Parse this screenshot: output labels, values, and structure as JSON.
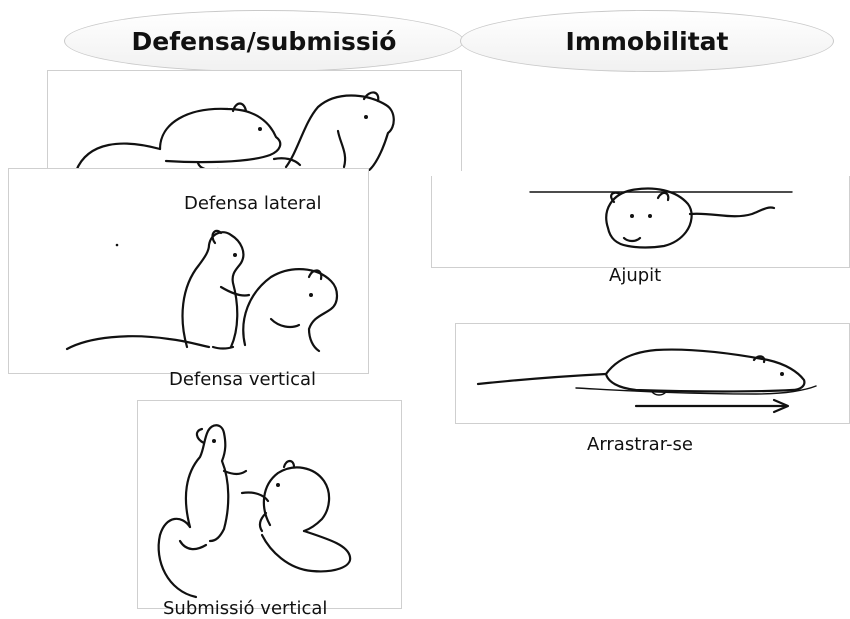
{
  "headers": {
    "left": "Defensa/submissió",
    "right": "Immobilitat"
  },
  "captions": {
    "defensa_lateral": "Defensa lateral",
    "defensa_vertical": "Defensa vertical",
    "submissio_vertical": "Submissió vertical",
    "ajupit": "Ajupit",
    "arrastrar_se": "Arrastrar-se"
  }
}
